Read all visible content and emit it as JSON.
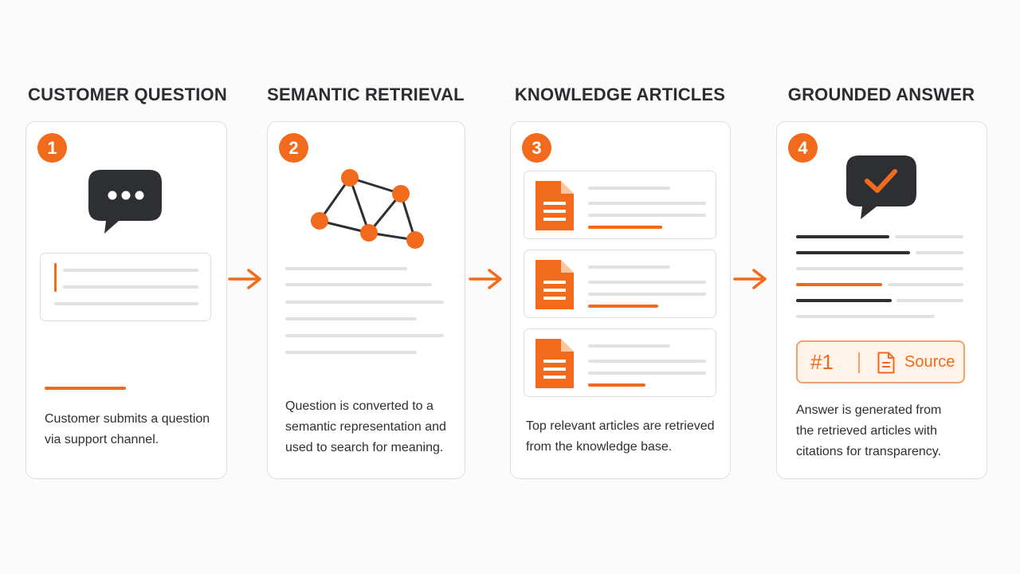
{
  "steps": [
    {
      "number": "1",
      "title": "CUSTOMER QUESTION",
      "description": [
        "Customer submits a question",
        "via support channel."
      ]
    },
    {
      "number": "2",
      "title": "SEMANTIC RETRIEVAL",
      "description": [
        "Question is converted to a",
        "semantic representation and",
        "used to search for meaning."
      ]
    },
    {
      "number": "3",
      "title": "KNOWLEDGE ARTICLES",
      "description": [
        "Top relevant articles are retrieved",
        "from the knowledge base."
      ]
    },
    {
      "number": "4",
      "title": "GROUNDED ANSWER",
      "description": [
        "Answer is generated from",
        "the retrieved articles with",
        "citations for transparency."
      ]
    }
  ],
  "citation": {
    "number": "#1",
    "label": "Source"
  },
  "colors": {
    "accent": "#f26a1b",
    "dark": "#2d2f33",
    "placeholder": "#e1e1e1"
  },
  "icons": [
    "chat-bubble-icon",
    "network-graph-icon",
    "document-icon",
    "check-bubble-icon",
    "arrow-right-icon"
  ]
}
